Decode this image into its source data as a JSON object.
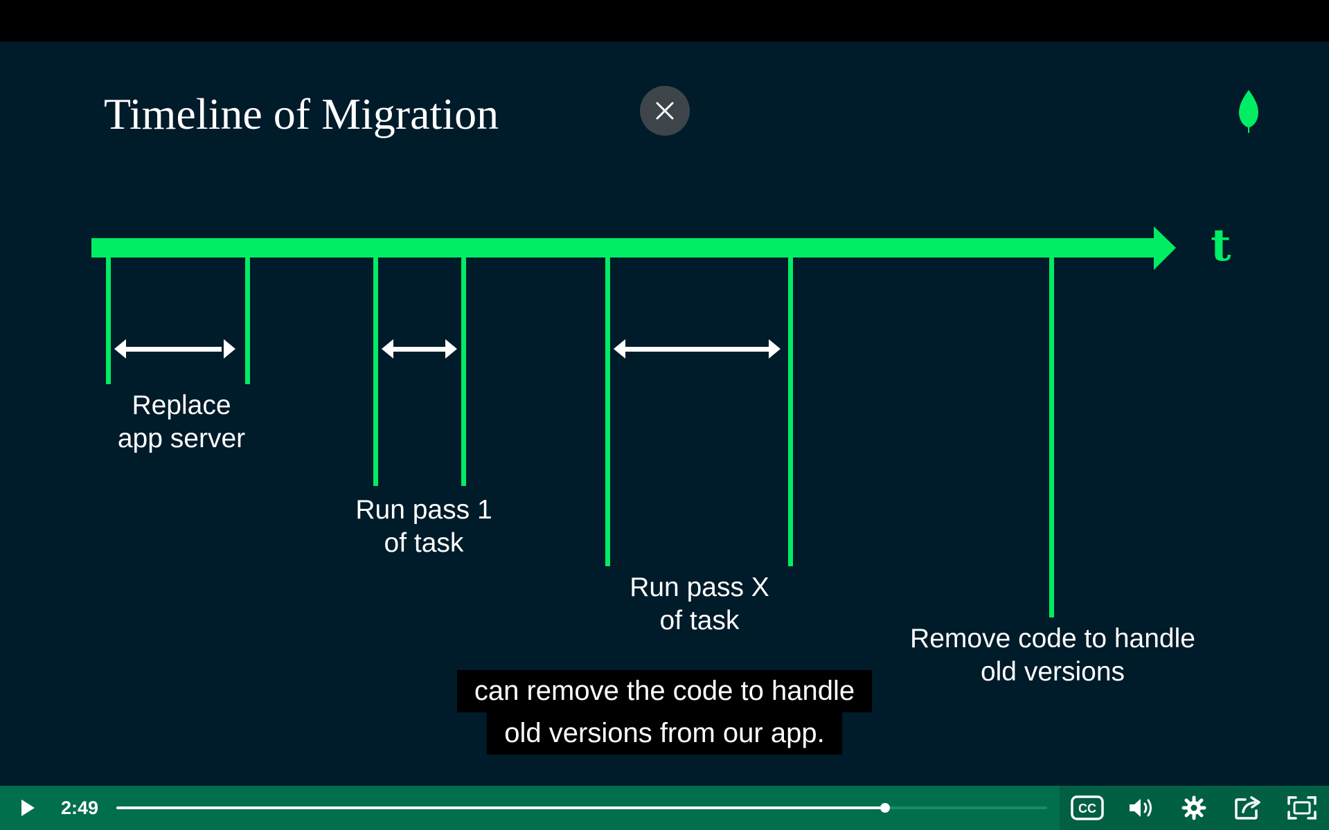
{
  "slide": {
    "title": "Timeline of Migration",
    "axis_label": "t",
    "labels": {
      "replace_app_server": [
        "Replace",
        "app server"
      ],
      "run_pass_1": [
        "Run pass 1",
        "of task"
      ],
      "run_pass_x": [
        "Run pass X",
        "of task"
      ],
      "remove_code": [
        "Remove code to handle",
        "old versions"
      ]
    }
  },
  "caption": {
    "line1": "can remove the code to handle",
    "line2": "old versions from our app."
  },
  "player": {
    "current_time": "2:49",
    "progress": 0.826
  },
  "icons": {
    "close": "close-icon",
    "play": "play-icon",
    "cc": "closed-captions-icon",
    "volume": "volume-icon",
    "settings": "gear-icon",
    "share": "share-icon",
    "fullscreen": "fullscreen-icon",
    "logo": "leaf-icon"
  },
  "colors": {
    "slide_background": "#001b29",
    "accent_green": "#00ed64",
    "control_bar": "#016e4e"
  }
}
